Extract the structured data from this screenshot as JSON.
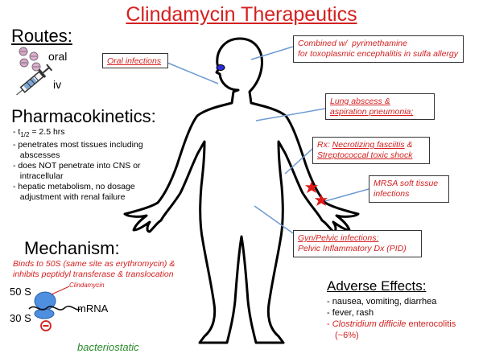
{
  "title": "Clindamycin Therapeutics",
  "routes": {
    "heading": "Routes:",
    "oral_label": "oral",
    "iv_label": "iv"
  },
  "pharmacokinetics": {
    "heading": "Pharmacokinetics:",
    "half_life_prefix": "- t",
    "half_life_sub": "1/2",
    "half_life_value": " = 2.5 hrs",
    "items": [
      "- penetrates most tissues including",
      "   abscesses",
      "- does NOT penetrate into CNS or",
      "   intracellular",
      "- hepatic metabolism, no dosage",
      "   adjustment with renal failure"
    ]
  },
  "mechanism": {
    "heading": "Mechanism:",
    "line1": "Binds to 50S (same site as erythromycin) &",
    "line2": "inhibits peptidyl transferase & translocation",
    "label_50s": "50 S",
    "label_30s": "30 S",
    "drug_label": "Clindamycin",
    "mrna_label": "mRNA",
    "effect": "bacteriostatic"
  },
  "adverse_effects": {
    "heading": "Adverse Effects:",
    "items": [
      "- nausea, vomiting, diarrhea",
      "- fever, rash"
    ],
    "red_prefix": "- ",
    "red_item": "Clostridium difficile",
    "red_item_suffix": " enterocolitis",
    "red_percent": "(~6%)"
  },
  "callouts": {
    "oral": "Oral infections",
    "toxo_line1": "Combined w/  pyrimethamine",
    "toxo_line2": "for toxoplasmic encephalitis in sulfa allergy",
    "lung_line1": "Lung abscess &",
    "lung_line2": "aspiration pneumonia;",
    "necro_prefix": "Rx: ",
    "necro_line1": "Necrotizing fasciitis",
    "necro_amp": " &",
    "necro_line2": "Streptococcal toxic shock",
    "mrsa_line1": "MRSA soft tissue",
    "mrsa_line2": "infections",
    "gyn_line1": "Gyn/Pelvic infections:",
    "gyn_line2": "Pelvic Inflammatory Dx (PID)"
  },
  "colors": {
    "accent_red": "#d42020",
    "green": "#2a8a2a",
    "ribosome_blue": "#4f8fe0",
    "line_blue": "#6f9bd1"
  }
}
